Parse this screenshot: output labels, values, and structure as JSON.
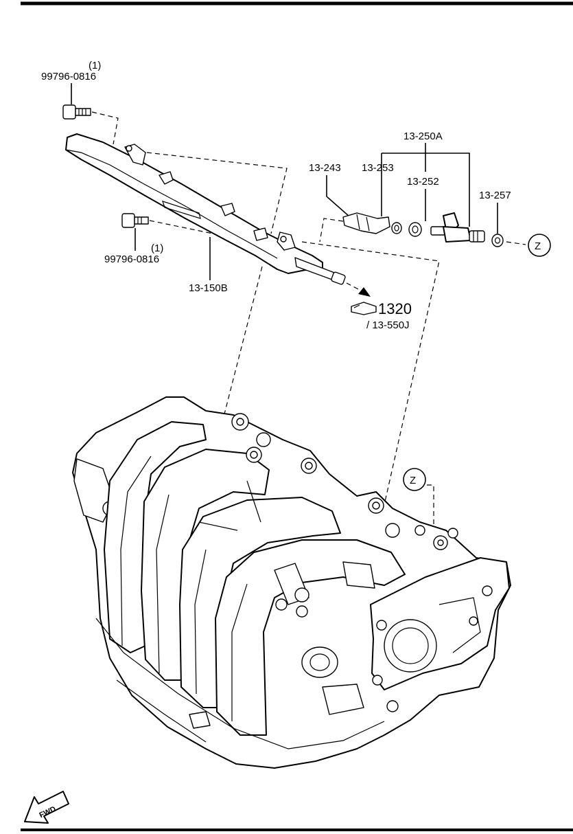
{
  "labels": {
    "bolt_top_qty": "(1)",
    "bolt_top_part": "99796-0816",
    "bolt_bottom_qty": "(1)",
    "bolt_bottom_part": "99796-0816",
    "fuel_rail": "13-150B",
    "injector_set": "13-250A",
    "bracket": "13-243",
    "o_ring": "13-253",
    "collar": "13-252",
    "insulator": "13-257",
    "ref_arrow_number": "1320",
    "ref_arrow_part": "/ 13-550J",
    "ref_z_top": "Z",
    "ref_z_manifold": "Z",
    "fwd_arrow": "FWD"
  }
}
